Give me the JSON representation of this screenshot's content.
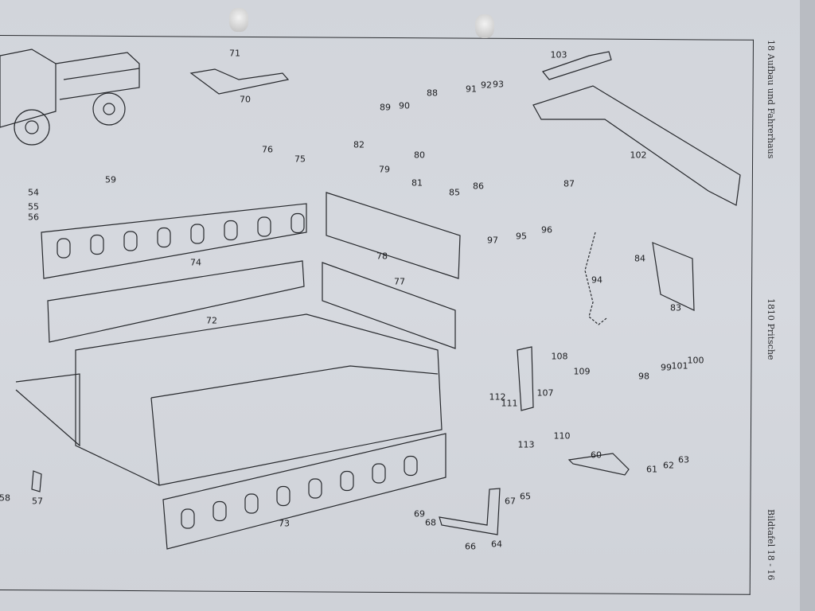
{
  "header": {
    "section": "18  Aufbau und Fahrerhaus",
    "group": "1810  Pritsche",
    "plate": "Bildtafel  18 - 16"
  },
  "part_numbers": [
    "71",
    "70",
    "76",
    "75",
    "82",
    "79",
    "80",
    "81",
    "85",
    "86",
    "88",
    "89",
    "90",
    "91",
    "92",
    "93",
    "103",
    "102",
    "87",
    "97",
    "95",
    "96",
    "94",
    "84",
    "83",
    "59",
    "54",
    "55",
    "56",
    "74",
    "78",
    "77",
    "72",
    "108",
    "109",
    "112",
    "111",
    "107",
    "110",
    "113",
    "98",
    "99",
    "101",
    "100",
    "60",
    "61",
    "62",
    "63",
    "58",
    "57",
    "73",
    "67",
    "65",
    "69",
    "68",
    "64",
    "66"
  ]
}
